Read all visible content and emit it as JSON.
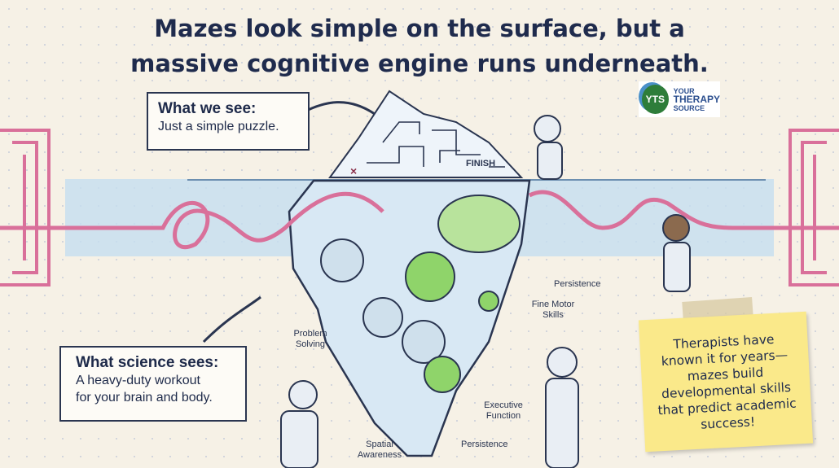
{
  "title": {
    "line1": "Mazes look simple on the surface, but a",
    "line2": "massive cognitive engine runs underneath."
  },
  "logo": {
    "initials": "YTS",
    "line1": "YOUR",
    "line2": "THERAPY",
    "line3": "SOURCE"
  },
  "surface_box": {
    "heading": "What we see:",
    "text": "Just a simple puzzle."
  },
  "science_box": {
    "heading": "What science sees:",
    "line1": "A heavy-duty workout",
    "line2": "for your brain and body."
  },
  "sticky_note": {
    "text": "Therapists have known it for years—mazes build developmental skills that predict academic success!"
  },
  "labels": {
    "finish": "FINISH",
    "persistence_top": "Persistence",
    "fine_motor": "Fine Motor Skills",
    "problem_solving": "Problem Solving",
    "executive_function": "Executive Function",
    "spatial_awareness": "Spatial Awareness",
    "persistence_bottom": "Persistence"
  },
  "colors": {
    "navy": "#1f2b4d",
    "water": "#bcd9ee",
    "maze_path": "#d9709a",
    "gear_green": "#7ccf5a",
    "sticky": "#fae98a"
  }
}
